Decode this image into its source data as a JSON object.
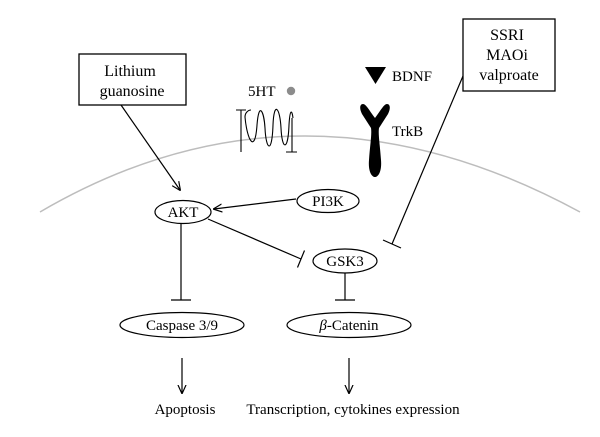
{
  "colors": {
    "stroke": "#000000",
    "membrane": "#bdbdbd",
    "serotonin_dot": "#8c8c8c",
    "background": "#ffffff"
  },
  "boxes": {
    "lithium": {
      "lines": [
        "Lithium",
        "guanosine"
      ]
    },
    "ssri": {
      "lines": [
        "SSRI",
        "MAOi",
        "valproate"
      ]
    }
  },
  "labels": {
    "serotonin": "5HT",
    "bdnf": "BDNF",
    "trkb": "TrkB",
    "apoptosis": "Apoptosis",
    "transcription": "Transcription, cytokines expression"
  },
  "nodes": {
    "akt": "AKT",
    "pi3k": "PI3K",
    "gsk3": "GSK3",
    "caspase": "Caspase 3/9",
    "catenin_symbol": "β",
    "catenin_rest": "-Catenin"
  },
  "icons": {
    "receptor": "serpentine-receptor-icon",
    "ligand": "bdnf-triangle-icon",
    "trkb_receptor": "trkb-receptor-icon"
  }
}
